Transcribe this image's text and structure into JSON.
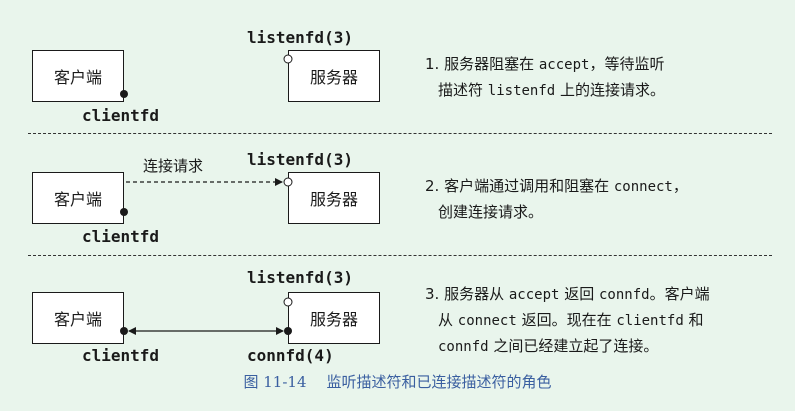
{
  "panels": [
    {
      "client_label": "客户端",
      "server_label": "服务器",
      "listenfd_label": "listenfd(3)",
      "clientfd_label": "clientfd",
      "desc_lines": [
        [
          {
            "t": "1. 服务器阻塞在 "
          },
          {
            "t": "accept",
            "m": true
          },
          {
            "t": "，等待监听"
          }
        ],
        [
          {
            "t": "描述符 "
          },
          {
            "t": "listenfd",
            "m": true
          },
          {
            "t": " 上的连接请求。"
          }
        ]
      ]
    },
    {
      "client_label": "客户端",
      "server_label": "服务器",
      "listenfd_label": "listenfd(3)",
      "clientfd_label": "clientfd",
      "arrow_label": "连接请求",
      "desc_lines": [
        [
          {
            "t": "2. 客户端通过调用和阻塞在 "
          },
          {
            "t": "connect",
            "m": true
          },
          {
            "t": "，"
          }
        ],
        [
          {
            "t": "创建连接请求。"
          }
        ]
      ]
    },
    {
      "client_label": "客户端",
      "server_label": "服务器",
      "listenfd_label": "listenfd(3)",
      "clientfd_label": "clientfd",
      "connfd_label": "connfd(4)",
      "desc_lines": [
        [
          {
            "t": "3. 服务器从 "
          },
          {
            "t": "accept",
            "m": true
          },
          {
            "t": " 返回 "
          },
          {
            "t": "connfd",
            "m": true
          },
          {
            "t": "。客户端"
          }
        ],
        [
          {
            "t": "从 "
          },
          {
            "t": "connect",
            "m": true
          },
          {
            "t": " 返回。现在在 "
          },
          {
            "t": "clientfd",
            "m": true
          },
          {
            "t": " 和"
          }
        ],
        [
          {
            "t": "connfd",
            "m": true
          },
          {
            "t": " 之间已经建立起了连接。"
          }
        ]
      ]
    }
  ],
  "caption": {
    "number": "图 11-14",
    "text": "监听描述符和已连接描述符的角色"
  },
  "colors": {
    "background": "#e9f5ec",
    "caption": "#3a5fa0",
    "ink": "#1a1a1a"
  }
}
